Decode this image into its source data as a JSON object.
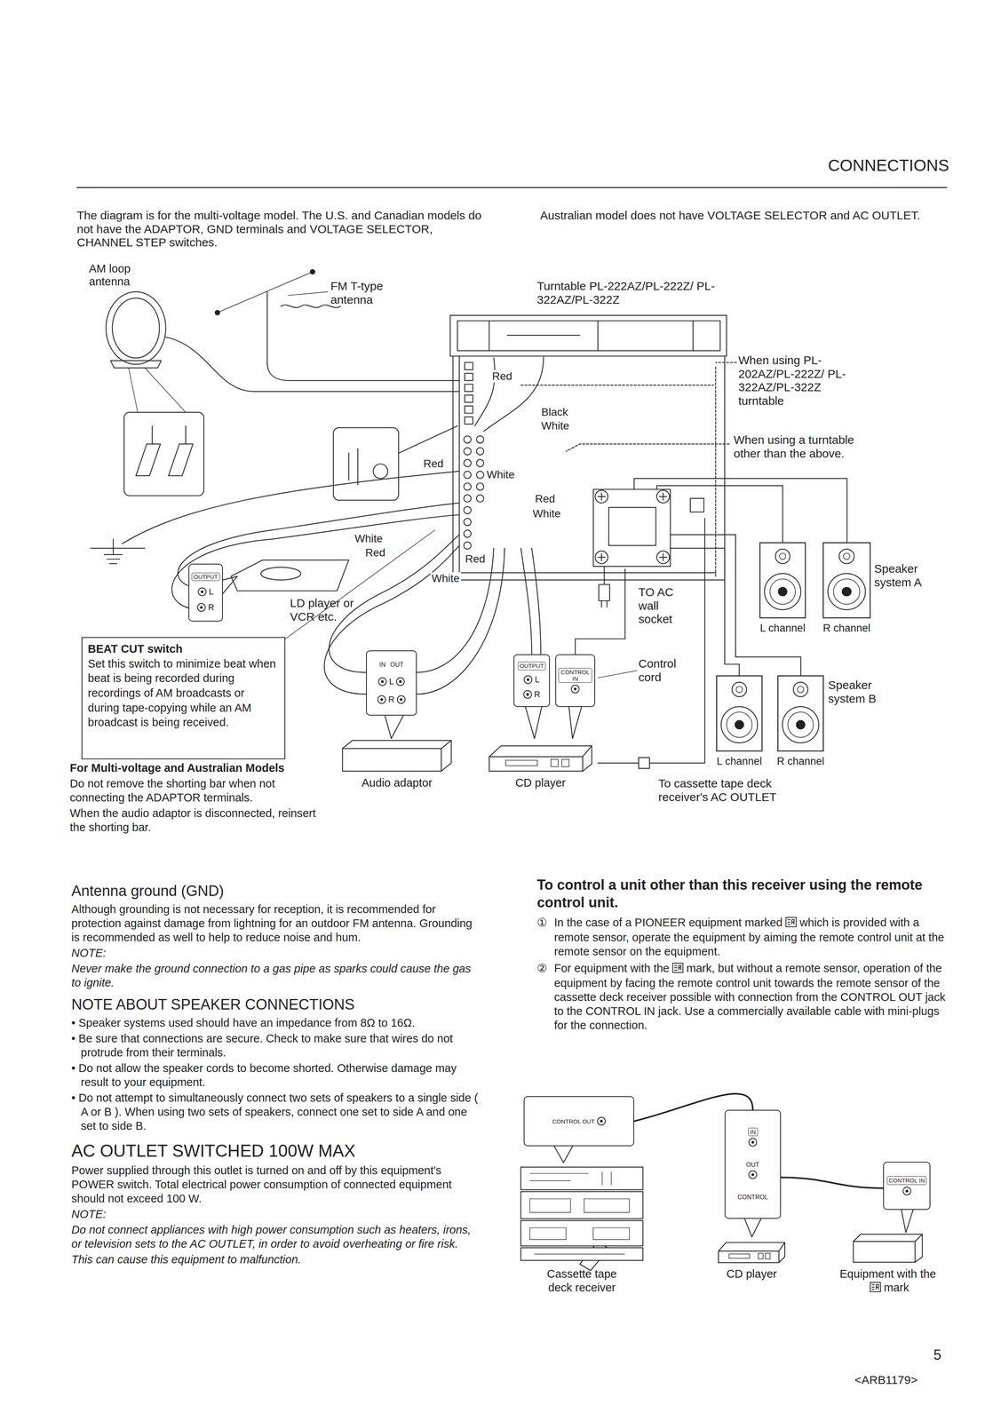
{
  "diagram": {
    "nodes": [
      {
        "text": [
          "BEAT CUT switch",
          "Set this switch to minimize beat when beat is being recorded during recordings of AM broadcasts or during tape-copying while an AM broadcast is being received."
        ]
      },
      {
        "text": [
          "OUTPUT",
          "L",
          "R"
        ]
      },
      {
        "text": [
          "IN",
          "OUT",
          "L",
          "R"
        ]
      },
      {
        "text": [
          "Audio adaptor"
        ]
      },
      {
        "text": [
          "OUTPUT",
          "L",
          "R"
        ]
      },
      {
        "text": [
          "CONTROL IN"
        ]
      },
      {
        "text": [
          "CD player"
        ]
      },
      {
        "text": [
          "L channel"
        ]
      },
      {
        "text": [
          "R channel"
        ]
      },
      {
        "text": [
          "L channel"
        ]
      },
      {
        "text": [
          "R channel"
        ]
      },
      {
        "text": [
          "CONTROL OUT"
        ]
      },
      {
        "text": [
          "Cassette tape deck receiver"
        ]
      },
      {
        "text": [
          "IN",
          "OUT",
          "CONTROL"
        ]
      },
      {
        "text": [
          "CD player"
        ]
      },
      {
        "text": [
          "CONTROL IN"
        ]
      },
      {
        "text": [
          "Equipment with the",
          "mark"
        ]
      }
    ],
    "edges": [
      {
        "from": 11,
        "to": 13,
        "arrow": "none"
      },
      {
        "from": 13,
        "to": 15,
        "arrow": "none"
      }
    ],
    "labels": [
      "CONNECTIONS",
      "The diagram is for the multi-voltage model. The U.S. and Canadian models do not have the ADAPTOR, GND terminals and VOLTAGE SELECTOR, CHANNEL STEP switches.",
      "Australian model does not have VOLTAGE SELECTOR and AC OUTLET.",
      "AM loop antenna",
      "FM T-type antenna",
      "Turntable PL-222AZ/PL-222Z/ PL-322AZ/PL-322Z",
      "When using PL-202AZ/PL-222Z/ PL-322AZ/PL-322Z turntable",
      "When using a turntable other than the above.",
      "Red",
      "Black",
      "White",
      "Red",
      "White",
      "Red",
      "White",
      "White",
      "Red",
      "Red",
      "White",
      "LD player or VCR etc.",
      "TO AC wall socket",
      "Speaker system A",
      "Control cord",
      "Speaker system B",
      "To cassette tape deck receiver's AC OUTLET",
      "For Multi-voltage and Australian Models",
      "Do not remove the shorting bar when not connecting the ADAPTOR terminals.",
      "When the audio adaptor is disconnected, reinsert the shorting bar.",
      "Antenna ground (GND)",
      "Although grounding is not necessary for reception, it is recommended for protection against damage from lightning for an outdoor FM antenna. Grounding is recommended as well to help to reduce noise and hum.",
      "NOTE:",
      "Never make the ground connection to a gas pipe as sparks could cause the gas to ignite.",
      "NOTE ABOUT SPEAKER CONNECTIONS",
      "• Speaker systems used should have an impedance from 8Ω to 16Ω.",
      "• Be sure that connections are secure. Check to make sure that wires do not protrude from their terminals.",
      "• Do not allow the speaker cords to become shorted. Otherwise damage may result to your equipment.",
      "• Do not attempt to simultaneously connect two sets of speakers to a single side ( A or B ). When using two sets of speakers, connect one set to side A and one set to side B.",
      "AC OUTLET SWITCHED 100W MAX",
      "Power supplied through this outlet is turned on and off by this equipment's POWER switch. Total electrical power consumption of connected equipment should not exceed 100 W.",
      "NOTE:",
      "Do not connect appliances with high power consumption such as heaters, irons, or television sets to the AC OUTLET, in order to avoid overheating or fire risk.",
      "This can cause this equipment to malfunction.",
      "To control a unit other than this receiver using the remote control unit.",
      "①",
      "In the case of a PIONEER equipment marked",
      "which is provided with a remote sensor, operate the equipment by aiming the remote control unit at the remote sensor on the equipment.",
      "②",
      "For equipment with the",
      "mark, but without a remote sensor, operation of the equipment by facing the remote control unit towards the remote sensor of the cassette deck receiver possible with connection from the CONTROL OUT jack to the CONTROL IN jack. Use a commercially available cable with mini-plugs for the connection.",
      "5",
      "<ARB1179>"
    ]
  }
}
